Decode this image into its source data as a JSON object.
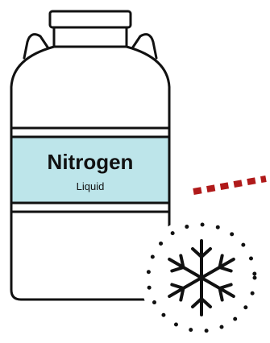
{
  "illustration": {
    "label": {
      "title": "Nitrogen",
      "subtitle": "Liquid"
    },
    "icons": {
      "container": "nitrogen-dewar-icon",
      "cold": "snowflake-icon",
      "flow": "dotted-path"
    },
    "colors": {
      "outline": "#111111",
      "label_fill": "#bde5ea",
      "dash": "#b01a1a",
      "background": "#ffffff"
    }
  }
}
